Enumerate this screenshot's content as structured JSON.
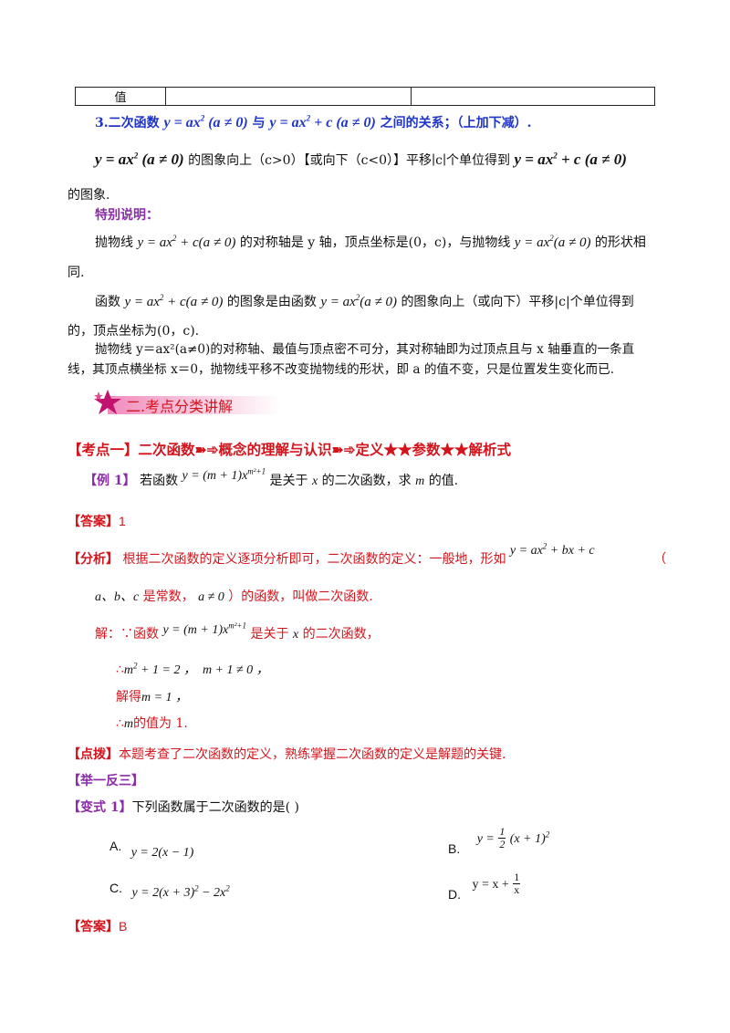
{
  "table": {
    "first_cell": "值"
  },
  "section3": {
    "heading_prefix": "3.二次函数",
    "eq1": "y = ax² (a ≠ 0)",
    "heading_mid": "与",
    "eq2": "y = ax² + c (a ≠ 0)",
    "heading_suffix": "之间的关系；（上加下减）."
  },
  "para1": {
    "eq_start": "y = ax² (a ≠ 0)",
    "text": "的图象向上（c>0）【或向下（c<0）】平移∣c∣个单位得到",
    "eq_end": "y = ax² + c (a ≠ 0)",
    "tail": "的图象."
  },
  "special": {
    "label": "特别说明："
  },
  "para2": {
    "lead": "抛物线",
    "eq1": "y = ax² + c(a ≠ 0)",
    "mid": "的对称轴是 y 轴，顶点坐标是(0，c)，与抛物线",
    "eq2": "y = ax²(a ≠ 0)",
    "tail": "的形状相",
    "line2": "同."
  },
  "para3": {
    "lead": "函数",
    "eq1": "y = ax² + c(a ≠ 0)",
    "mid": "的图象是由函数",
    "eq2": "y = ax²(a ≠ 0)",
    "tail": "的图象向上（或向下）平移|c|个单位得到",
    "line2": "的，顶点坐标为(0，c)."
  },
  "para4": {
    "line1": "抛物线 y＝ax²(a≠0)的对称轴、最值与顶点密不可分，其对称轴即为过顶点且与 x 轴垂直的一条直",
    "line2": "线，其顶点横坐标 x＝0，抛物线平移不改变抛物线的形状，即 a 的值不变，只是位置发生变化而已."
  },
  "section_badge": {
    "text": "二.考点分类讲解"
  },
  "topic1": {
    "title": "【考点一】二次函数➽➾概念的理解与认识➽➾定义★★参数★★解析式"
  },
  "example1": {
    "label": "【例 1】",
    "lead": "若函数",
    "eq": "y = (m+1)x^(m²+1)",
    "tail_a": "是关于",
    "var_x": "x",
    "tail_b": "的二次函数，求",
    "var_m": "m",
    "tail_c": "的值."
  },
  "answer1": {
    "label": "【答案】",
    "value": "1"
  },
  "analysis": {
    "label": "【分析】",
    "text": "根据二次函数的定义逐项分析即可，二次函数的定义：一般地，形如",
    "eq": "y = ax² + bx + c",
    "paren_open": "（",
    "consts": "a、b、c",
    "text2": "是常数，",
    "cond": "a ≠ 0",
    "text3": "）的函数，叫做二次函数."
  },
  "solution": {
    "label": "解：∵函数",
    "eq": "y = (m+1)x^(m²+1)",
    "tail": "是关于",
    "var_x": "x",
    "tail2": "的二次函数，",
    "step1_prefix": "∴",
    "step1": "m² + 1 = 2 ，  m + 1 ≠ 0 ，",
    "step2_prefix": "解得",
    "step2": "m = 1 ，",
    "step3_prefix": "∴",
    "step3_var": "m",
    "step3_tail": "的值为 1."
  },
  "tip": {
    "label": "【点拨】",
    "text": "本题考查了二次函数的定义，熟练掌握二次函数的定义是解题的关键."
  },
  "practice": {
    "label": "【举一反三】"
  },
  "variant1": {
    "label": "【变式 1】",
    "question": "下列函数属于二次函数的是(    )",
    "optA_label": "A.",
    "optA": "y = 2(x − 1)",
    "optB_label": "B.",
    "optB_pre": "y =",
    "optB_num": "1",
    "optB_den": "2",
    "optB_post": "(x + 1)²",
    "optC_label": "C.",
    "optC": "y = 2(x + 3)² − 2x²",
    "optD_label": "D.",
    "optD_pre": "y = x +",
    "optD_num": "1",
    "optD_den": "x"
  },
  "answer2": {
    "label": "【答案】",
    "value": "B"
  },
  "colors": {
    "blue": "#1f35c8",
    "red": "#d4141c",
    "purple": "#8a2ba8",
    "badge": "#f4c3da",
    "star": "#c0126e"
  }
}
